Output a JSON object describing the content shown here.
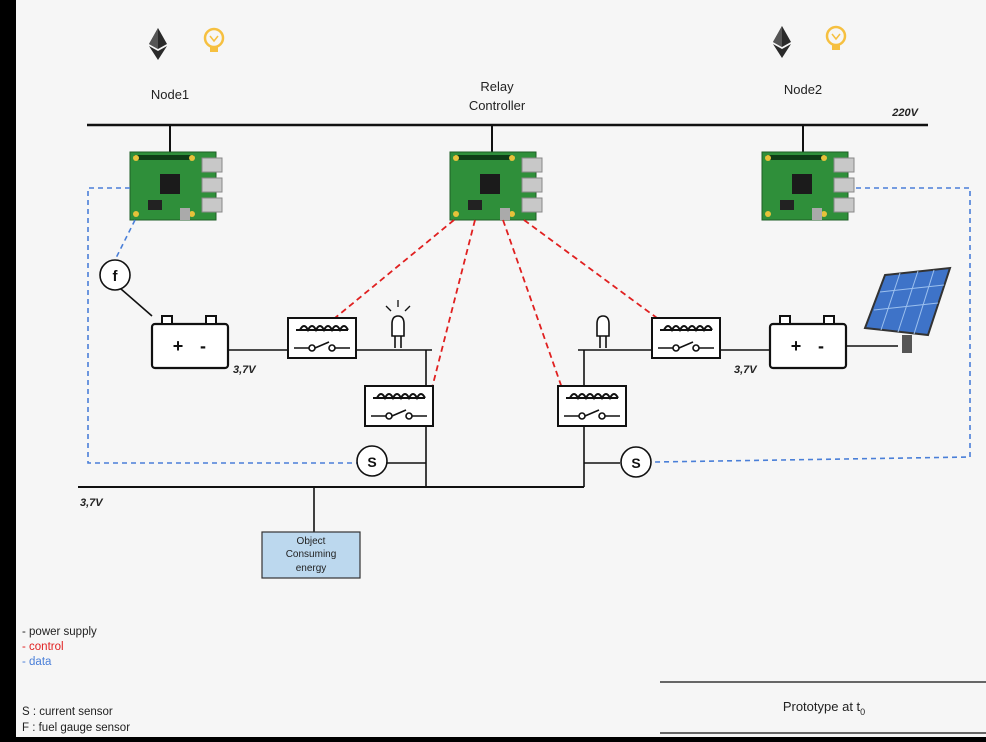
{
  "nodes": {
    "node1": "Node1",
    "node2": "Node2",
    "relay_line1": "Relay",
    "relay_line2": "Controller"
  },
  "voltages": {
    "mains": "220V",
    "left_battery": "3,7V",
    "right_battery": "3,7V",
    "bus": "3,7V"
  },
  "symbols": {
    "fuel_gauge": "f",
    "sensor_left": "S",
    "sensor_right": "S",
    "battery_plus": "+",
    "battery_minus": "-"
  },
  "load": {
    "line1": "Object",
    "line2": "Consuming",
    "line3": "energy"
  },
  "legend": {
    "power": "- power supply",
    "control": "- control",
    "data": "- data",
    "s_def": "S : current sensor",
    "f_def": "F : fuel gauge sensor"
  },
  "caption": {
    "text": "Prototype at t",
    "subscript": "0"
  },
  "colors": {
    "background": "#f6f6f6",
    "power_line": "#111111",
    "control_line": "#e02020",
    "data_line": "#4a7fd8",
    "board_green": "#2f8f3a",
    "load_box": "#bcd8ee",
    "solar_blue": "#3e73c8",
    "eth_dark": "#2a2a2a",
    "bulb_yellow": "#f6c040"
  },
  "icons": [
    "ethereum-icon",
    "lightbulb-icon",
    "raspberry-pi-board",
    "relay-switch",
    "battery",
    "led",
    "solar-panel"
  ]
}
